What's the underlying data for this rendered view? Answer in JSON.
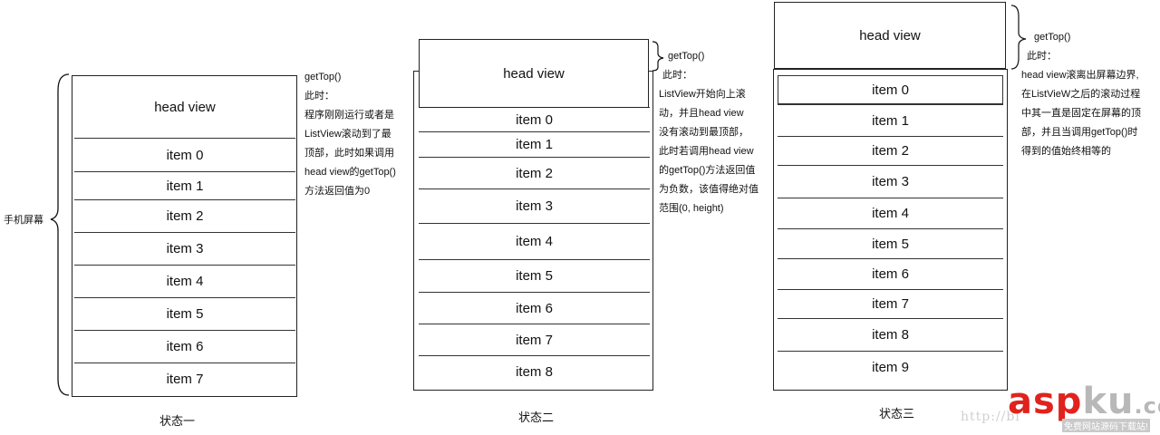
{
  "screen_label": "手机屏幕",
  "states": [
    {
      "caption": "状态一",
      "head": "head view",
      "items": [
        "item 0",
        "item 1",
        "item 2",
        "item 3",
        "item 4",
        "item 5",
        "item 6",
        "item 7"
      ],
      "note_get_top": "getTop()",
      "note_lines": [
        "此时：",
        "程序刚刚运行或者是",
        "ListView滚动到了最",
        "顶部，此时如果调用",
        "head view的getTop()",
        "方法返回值为0"
      ]
    },
    {
      "caption": "状态二",
      "head": "head view",
      "items": [
        "item 0",
        "item 1",
        "item 2",
        "item 3",
        "item 4",
        "item 5",
        "item 6",
        "item 7",
        "item 8"
      ],
      "note_get_top": "getTop()",
      "note_lines": [
        "此时：",
        "ListView开始向上滚",
        "动，并且head view",
        "没有滚动到最顶部，",
        "此时若调用head view",
        "的getTop()方法返回值",
        "为负数，该值得绝对值",
        "范围(0, height)"
      ]
    },
    {
      "caption": "状态三",
      "head": "head view",
      "items": [
        "item 0",
        "item 1",
        "item 2",
        "item 3",
        "item 4",
        "item 5",
        "item 6",
        "item 7",
        "item 8",
        "item 9"
      ],
      "note_get_top": "getTop()",
      "note_lines": [
        "此时：",
        "head view滚离出屏幕边界,",
        "在ListVieW之后的滚动过程",
        "中其一直是固定在屏幕的顶",
        "部，并且当调用getTop()时",
        "得到的值始终相等的"
      ]
    }
  ],
  "watermark": {
    "url": "http://bl",
    "logo_a": "asp",
    "logo_b": "ku",
    "logo_c": ".com",
    "sub": "免费网站源码下载站!"
  }
}
